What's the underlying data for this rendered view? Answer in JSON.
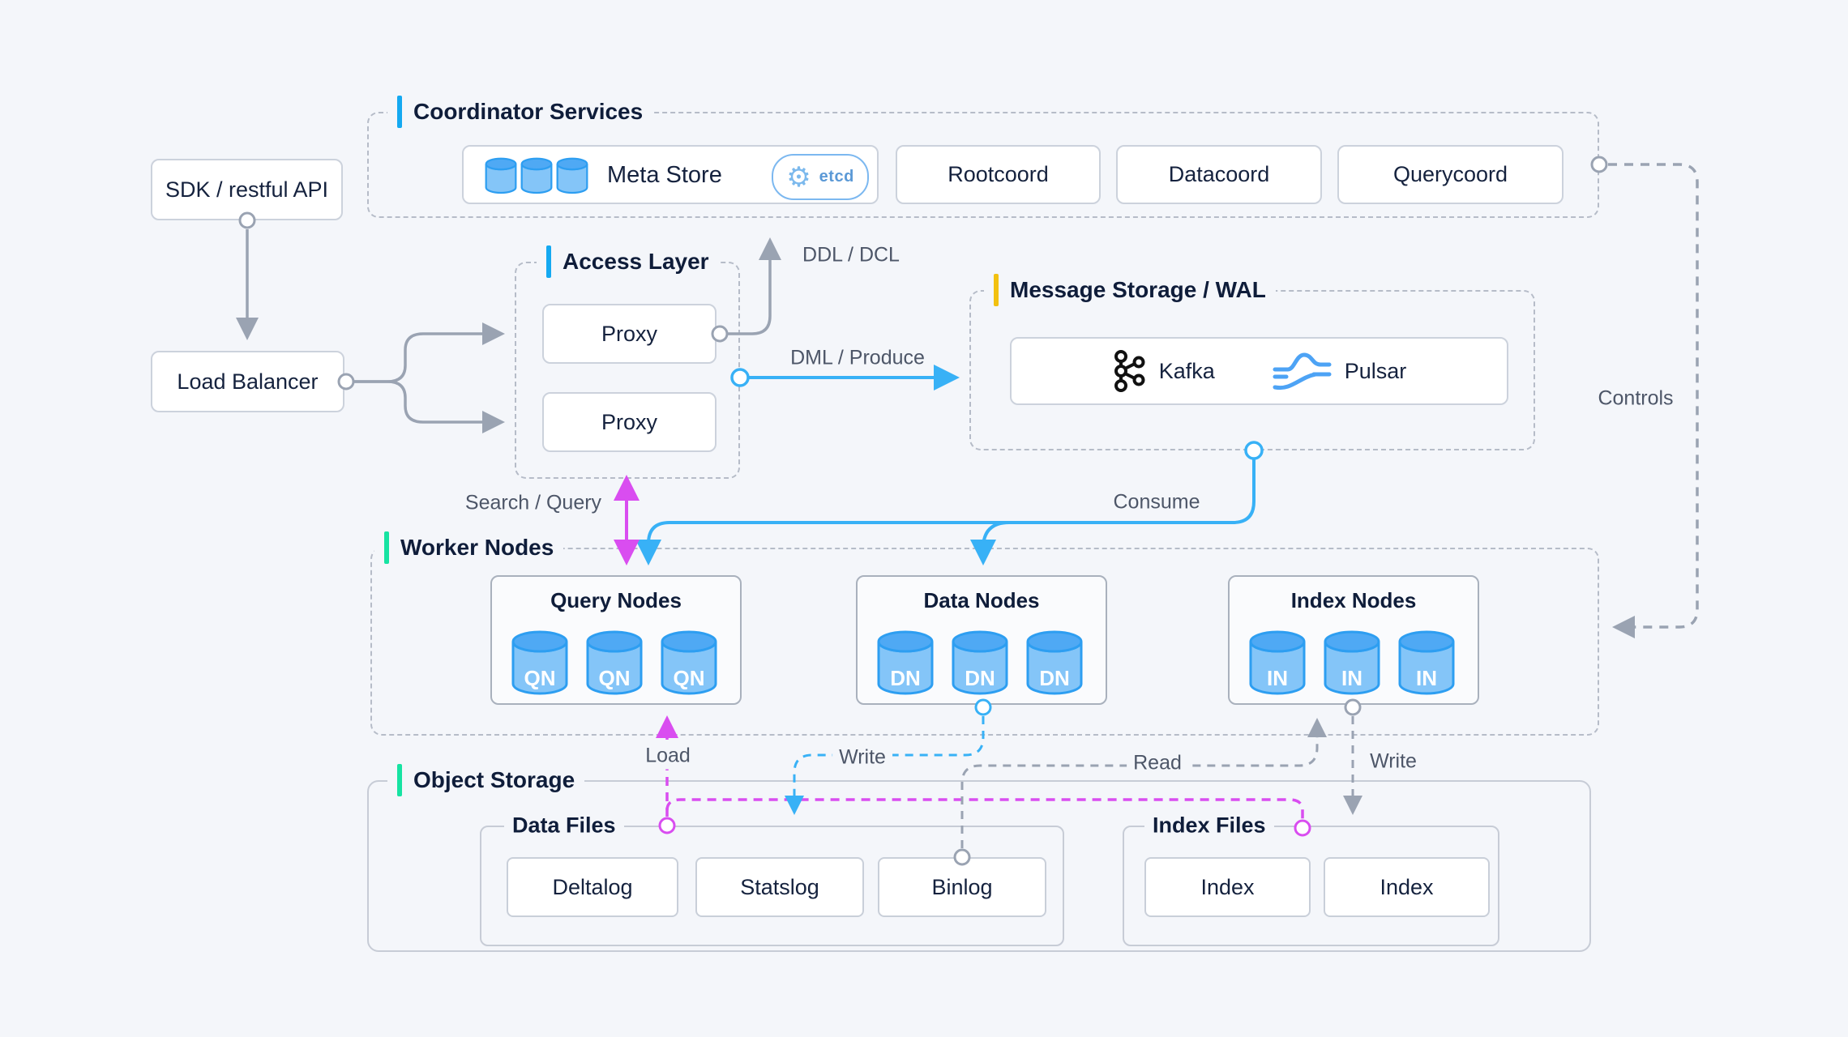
{
  "nodes": {
    "sdk": "SDK / restful API",
    "load_balancer": "Load Balancer"
  },
  "coordinator": {
    "title": "Coordinator Services",
    "meta_store": {
      "label": "Meta Store",
      "badge": "etcd"
    },
    "services": [
      {
        "label": "Rootcoord"
      },
      {
        "label": "Datacoord"
      },
      {
        "label": "Querycoord"
      }
    ]
  },
  "access": {
    "title": "Access Layer",
    "proxies": [
      {
        "label": "Proxy"
      },
      {
        "label": "Proxy"
      }
    ]
  },
  "message": {
    "title": "Message Storage / WAL",
    "brokers": [
      {
        "label": "Kafka"
      },
      {
        "label": "Pulsar"
      }
    ]
  },
  "worker": {
    "title": "Worker Nodes",
    "groups": [
      {
        "title": "Query Nodes",
        "abbr": "QN"
      },
      {
        "title": "Data Nodes",
        "abbr": "DN"
      },
      {
        "title": "Index Nodes",
        "abbr": "IN"
      }
    ]
  },
  "object_storage": {
    "title": "Object Storage",
    "data_files": {
      "title": "Data Files",
      "items": [
        {
          "label": "Deltalog"
        },
        {
          "label": "Statslog"
        },
        {
          "label": "Binlog"
        }
      ]
    },
    "index_files": {
      "title": "Index Files",
      "items": [
        {
          "label": "Index"
        },
        {
          "label": "Index"
        }
      ]
    }
  },
  "edge_labels": {
    "ddl": "DDL / DCL",
    "dml": "DML / Produce",
    "search": "Search / Query",
    "consume": "Consume",
    "controls": "Controls",
    "load": "Load",
    "write_data": "Write",
    "read": "Read",
    "write_index": "Write"
  },
  "colors": {
    "background": "#f4f6fa",
    "accent_cyan": "#14a9f1",
    "accent_yellow": "#f2c110",
    "accent_green": "#16e3a2",
    "arrow_blue": "#38b1f6",
    "arrow_magenta": "#d94df0",
    "arrow_gray": "#9aa3b2",
    "text_navy": "#15223e",
    "label_gray": "#4d5668",
    "cylinder_body": "#84c5f8",
    "cylinder_top": "#4fa9f4",
    "cylinder_stroke": "#2d9ef1"
  }
}
